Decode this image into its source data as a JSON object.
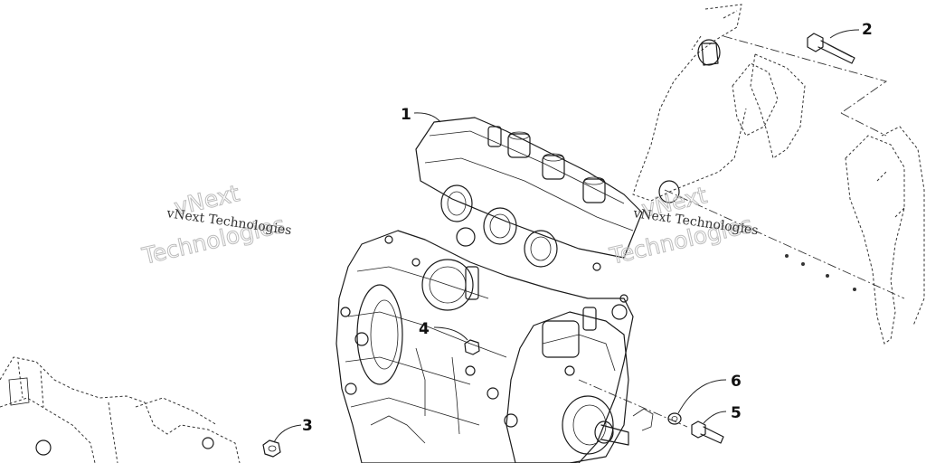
{
  "callouts": [
    {
      "id": "1",
      "label": "1"
    },
    {
      "id": "2",
      "label": "2"
    },
    {
      "id": "3",
      "label": "3"
    },
    {
      "id": "4",
      "label": "4"
    },
    {
      "id": "5",
      "label": "5"
    },
    {
      "id": "6",
      "label": "6"
    }
  ],
  "watermark": {
    "small_text": "vNext Technologies",
    "big_line1": "vNext",
    "big_line2": "Technologies"
  },
  "colors": {
    "ink": "#1a1a1a",
    "watermark": "#bdbdbd",
    "background": "#ffffff"
  }
}
